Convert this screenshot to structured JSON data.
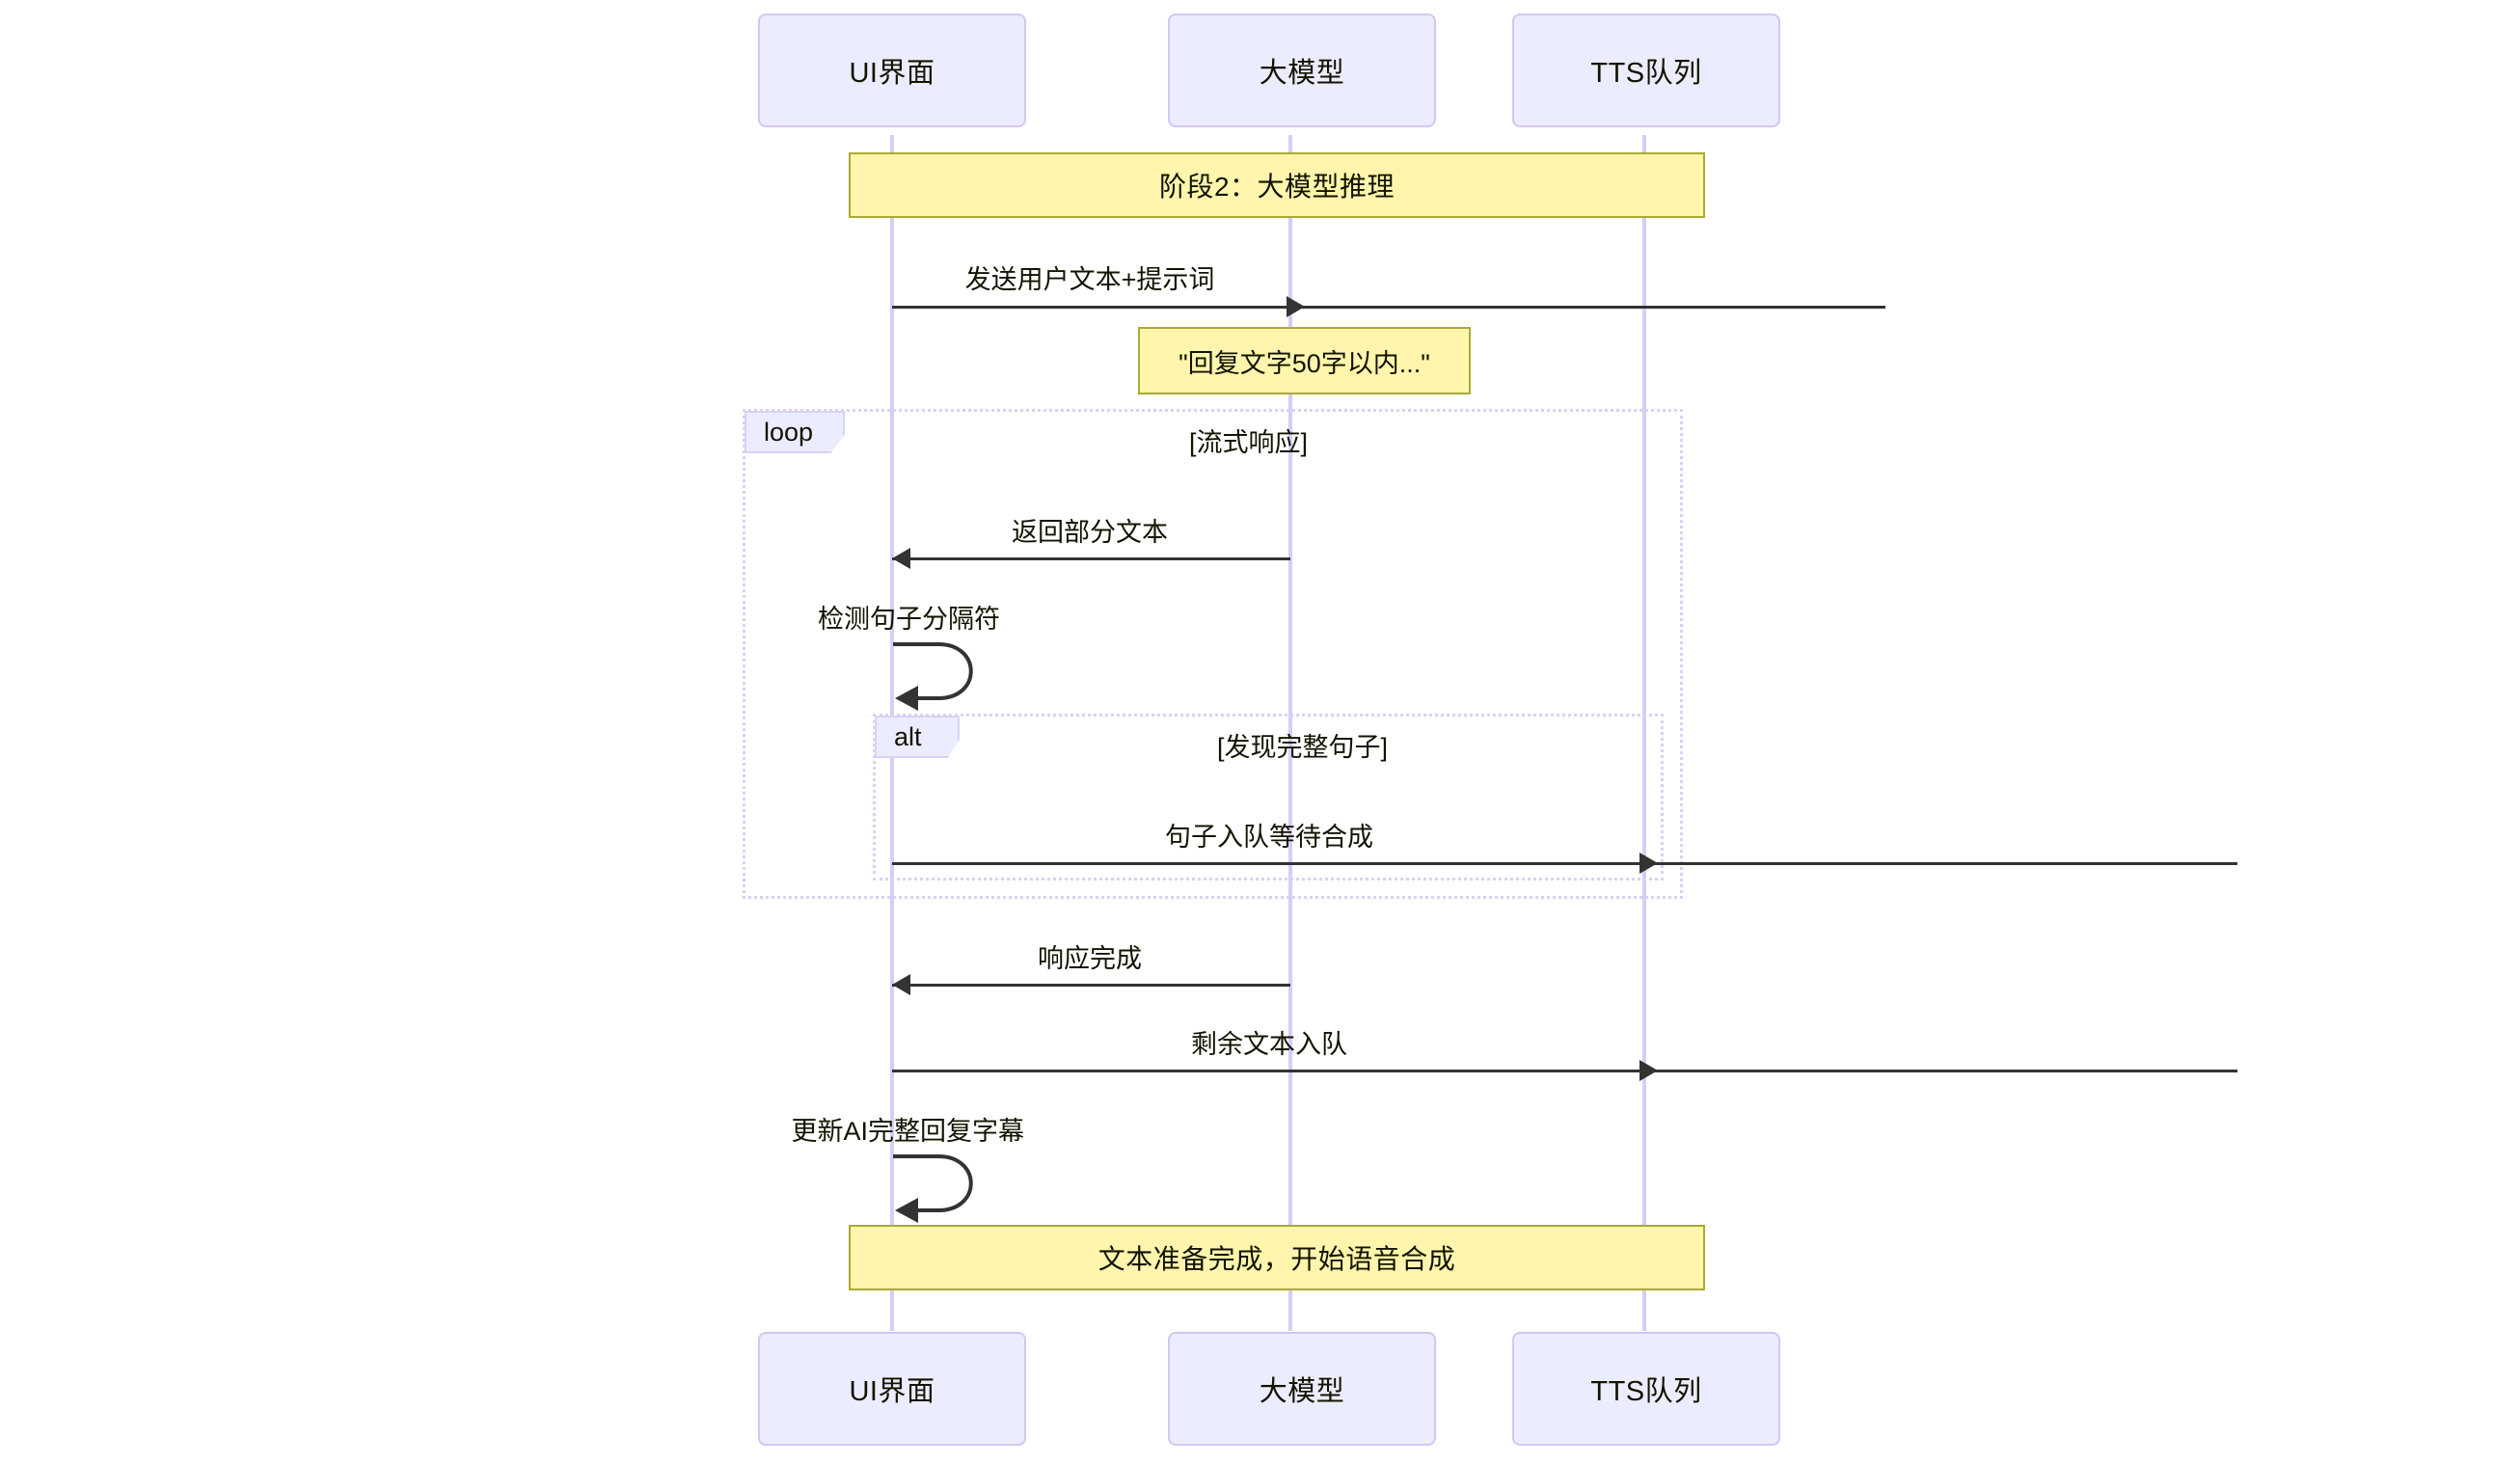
{
  "diagram": {
    "type": "sequence-diagram",
    "title": "阶段2：大模型推理",
    "colors": {
      "actor_fill": "#ECECFF",
      "actor_border": "#D3C7F2",
      "lifeline": "#D7CDF5",
      "banner_fill": "#FFF5AD",
      "banner_border": "#AAAA33",
      "note_fill": "#FFF5AD",
      "note_border": "#AAAA33",
      "fragment_border": "#D9D1F5",
      "fragment_label_fill": "#ECECFF",
      "arrow": "#333333",
      "text": "#131300",
      "background": "#FFFFFF"
    }
  },
  "participants": [
    {
      "id": "ui",
      "label": "UI界面"
    },
    {
      "id": "llm",
      "label": "大模型"
    },
    {
      "id": "tts",
      "label": "TTS队列"
    }
  ],
  "participants_bottom": [
    {
      "id": "ui",
      "label": "UI界面"
    },
    {
      "id": "llm",
      "label": "大模型"
    },
    {
      "id": "tts",
      "label": "TTS队列"
    }
  ],
  "banners": [
    {
      "id": "phase2",
      "label": "阶段2：大模型推理"
    },
    {
      "id": "phase_done",
      "label": "文本准备完成，开始语音合成"
    }
  ],
  "notes": [
    {
      "id": "prompt-note",
      "over": "llm",
      "text": "\"回复文字50字以内...\""
    }
  ],
  "fragments": [
    {
      "id": "loop-stream",
      "kind": "loop",
      "label": "loop",
      "condition": "[流式响应]"
    },
    {
      "id": "alt-sentence",
      "kind": "alt",
      "label": "alt",
      "condition": "[发现完整句子]"
    }
  ],
  "messages": [
    {
      "id": "m1",
      "from": "ui",
      "to": "llm",
      "label": "发送用户文本+提示词",
      "direction": "right",
      "self": false
    },
    {
      "id": "m2",
      "from": "llm",
      "to": "ui",
      "label": "返回部分文本",
      "direction": "left",
      "self": false
    },
    {
      "id": "m3",
      "from": "ui",
      "to": "ui",
      "label": "检测句子分隔符",
      "direction": "self",
      "self": true
    },
    {
      "id": "m4",
      "from": "ui",
      "to": "tts",
      "label": "句子入队等待合成",
      "direction": "right",
      "self": false
    },
    {
      "id": "m5",
      "from": "llm",
      "to": "ui",
      "label": "响应完成",
      "direction": "left",
      "self": false
    },
    {
      "id": "m6",
      "from": "ui",
      "to": "tts",
      "label": "剩余文本入队",
      "direction": "right",
      "self": false
    },
    {
      "id": "m7",
      "from": "ui",
      "to": "ui",
      "label": "更新AI完整回复字幕",
      "direction": "self",
      "self": true
    }
  ]
}
